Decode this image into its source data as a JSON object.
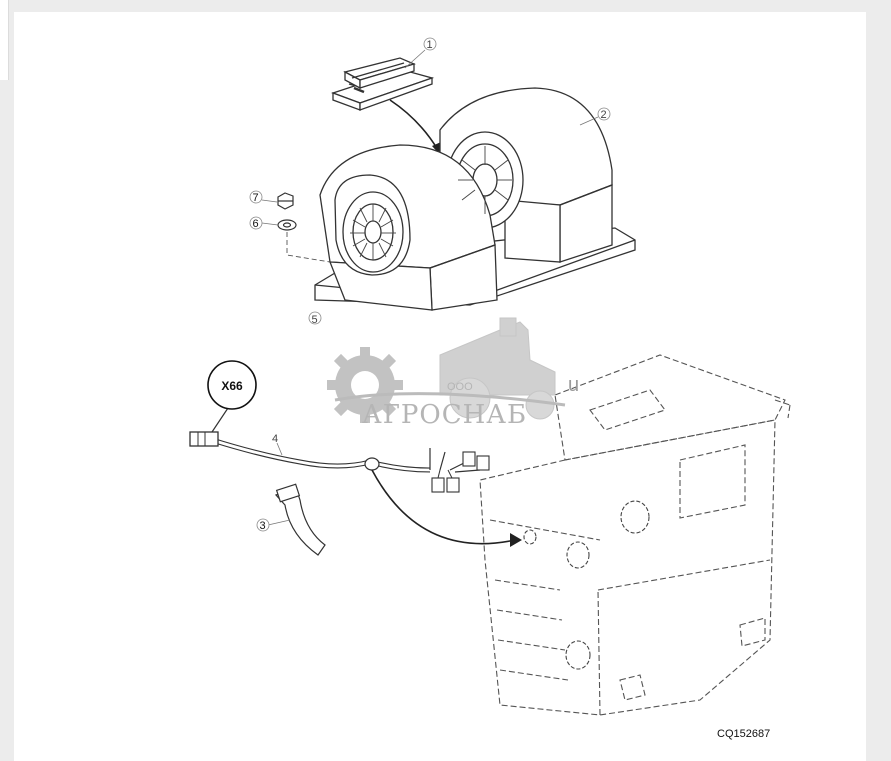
{
  "callouts": [
    {
      "id": "1",
      "text": "1"
    },
    {
      "id": "2",
      "text": "2"
    },
    {
      "id": "3",
      "text": "3"
    },
    {
      "id": "4",
      "text": "4"
    },
    {
      "id": "5",
      "text": "5"
    },
    {
      "id": "6",
      "text": "6"
    },
    {
      "id": "7",
      "text": "7"
    }
  ],
  "connector_label": "X66",
  "figure_reference": "CQ152687",
  "watermark": {
    "small_text": "ООО",
    "brand_text": "АГРОСНАБ",
    "extra_glyph": "u",
    "color": "#a9a9a9"
  },
  "colors": {
    "background": "#ececec",
    "sheet": "#ffffff",
    "line": "#333333",
    "dashed": "#555555"
  }
}
